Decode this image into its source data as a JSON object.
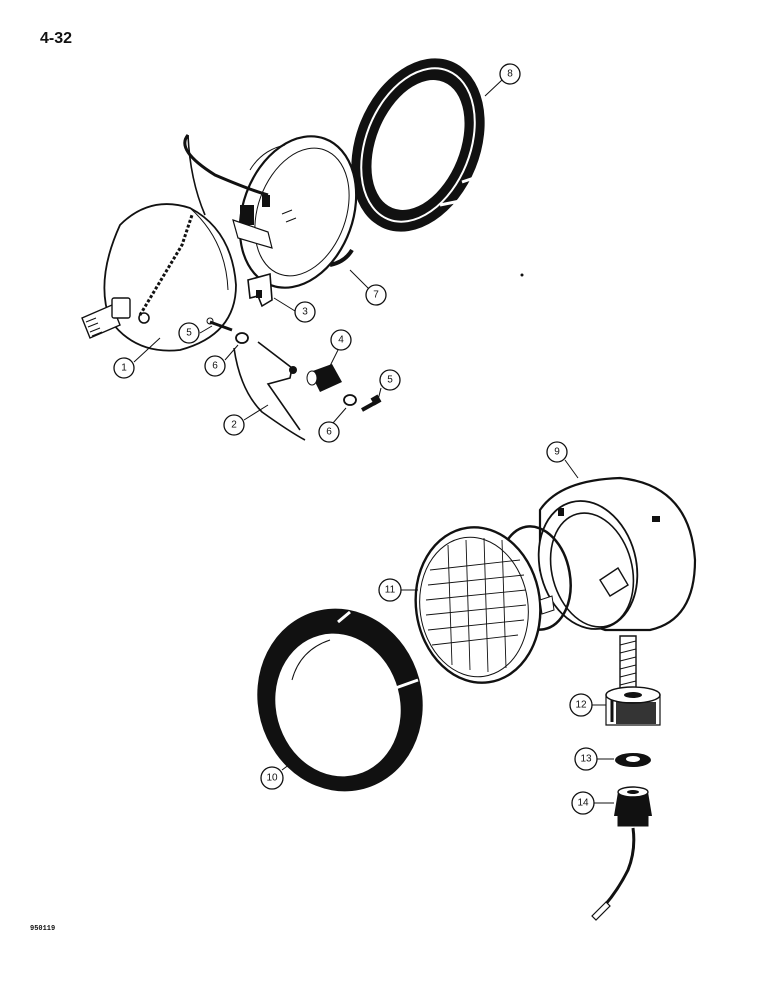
{
  "page": {
    "number": "4-32",
    "figure_code": "950119"
  },
  "callouts": [
    {
      "id": "1",
      "label": "1"
    },
    {
      "id": "2",
      "label": "2"
    },
    {
      "id": "3",
      "label": "3"
    },
    {
      "id": "4",
      "label": "4"
    },
    {
      "id": "5a",
      "label": "5"
    },
    {
      "id": "5b",
      "label": "5"
    },
    {
      "id": "6a",
      "label": "6"
    },
    {
      "id": "6b",
      "label": "6"
    },
    {
      "id": "7",
      "label": "7"
    },
    {
      "id": "8",
      "label": "8"
    },
    {
      "id": "9",
      "label": "9"
    },
    {
      "id": "10",
      "label": "10"
    },
    {
      "id": "11",
      "label": "11"
    },
    {
      "id": "12",
      "label": "12"
    },
    {
      "id": "13",
      "label": "13"
    },
    {
      "id": "14",
      "label": "14"
    }
  ]
}
